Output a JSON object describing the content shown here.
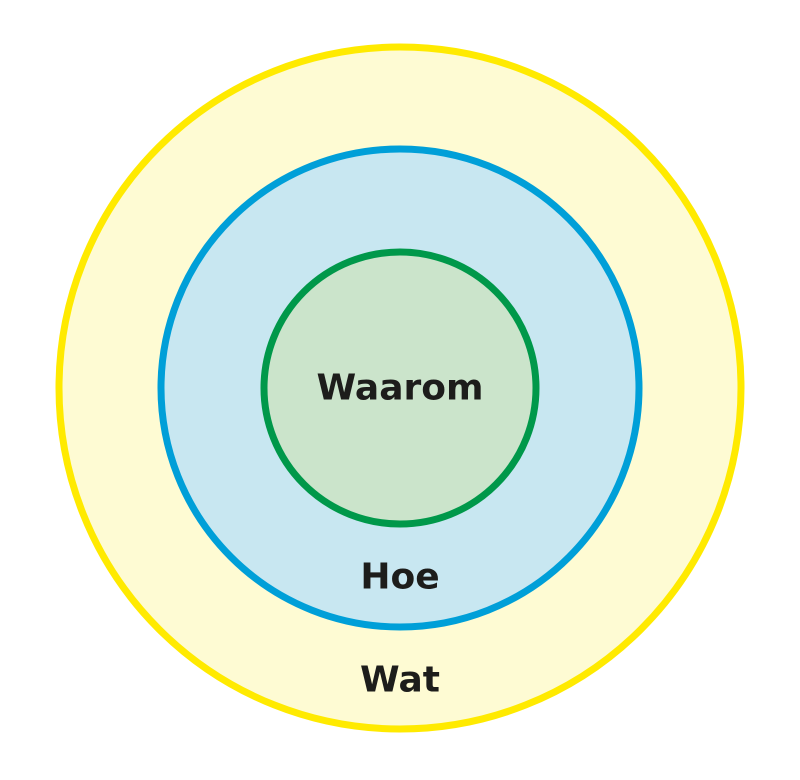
{
  "circles": {
    "outer": {
      "label": "Wat",
      "stroke": "#FFEA00",
      "fill": "#FEFBD3"
    },
    "middle": {
      "label": "Hoe",
      "stroke": "#009FD8",
      "fill": "#C8E7F1"
    },
    "inner": {
      "label": "Waarom",
      "stroke": "#00984A",
      "fill": "#CBE4CB"
    }
  }
}
